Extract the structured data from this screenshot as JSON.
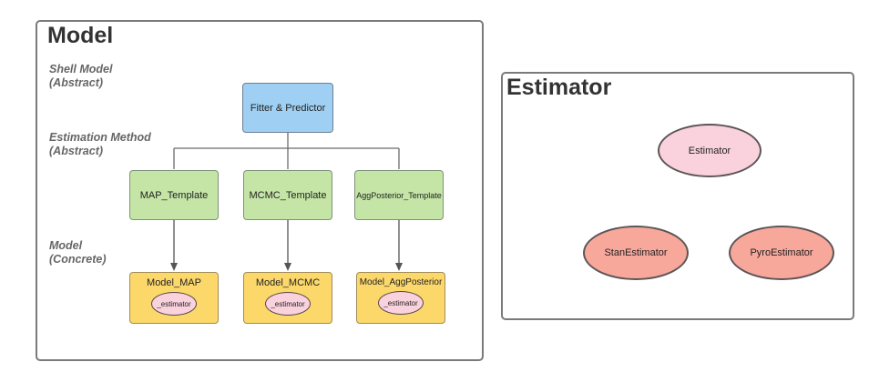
{
  "model_panel": {
    "title": "Model",
    "labels": {
      "shell": [
        "Shell Model",
        "(Abstract)"
      ],
      "estimation": [
        "Estimation Method",
        "(Abstract)"
      ],
      "concrete": [
        "Model",
        "(Concrete)"
      ]
    },
    "root": "Fitter & Predictor",
    "templates": [
      "MAP_Template",
      "MCMC_Template",
      "AggPosterior_Template"
    ],
    "models": [
      {
        "name": "Model_MAP",
        "attr": "_estimator"
      },
      {
        "name": "Model_MCMC",
        "attr": "_estimator"
      },
      {
        "name": "Model_AggPosterior",
        "attr": "_estimator"
      }
    ]
  },
  "estimator_panel": {
    "title": "Estimator",
    "root": "Estimator",
    "children": [
      "StanEstimator",
      "PyroEstimator"
    ]
  },
  "colors": {
    "abstract_shell": "#9fd0f3",
    "estimation_method": "#c4e5a6",
    "concrete_model": "#fcd86b",
    "estimator_root": "#f9d2dd",
    "estimator_child": "#f8a79b"
  }
}
